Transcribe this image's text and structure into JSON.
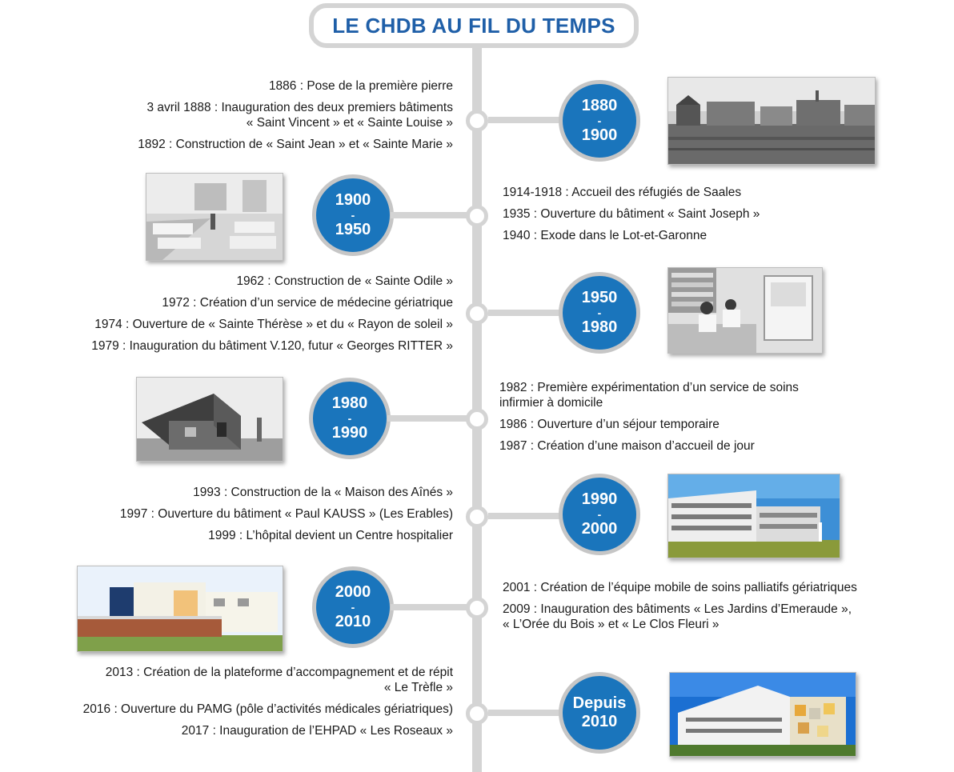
{
  "title": "LE CHDB AU FIL DU TEMPS",
  "periods": [
    {
      "id": "p1",
      "start": "1880",
      "sep": "-",
      "end": "1900",
      "events": [
        {
          "lines": [
            "1886 : Pose de la première pierre"
          ]
        },
        {
          "lines": [
            "3 avril 1888 : Inauguration des deux premiers  bâtiments",
            "« Saint Vincent  » et « Sainte Louise  »"
          ]
        },
        {
          "lines": [
            "1892 : Construction de « Saint Jean » et « Sainte Marie »"
          ]
        }
      ]
    },
    {
      "id": "p2",
      "start": "1900",
      "sep": "-",
      "end": "1950",
      "events": [
        {
          "lines": [
            "1914-1918 : Accueil des réfugiés de Saales"
          ]
        },
        {
          "lines": [
            "1935 : Ouverture du bâtiment « Saint Joseph »"
          ]
        },
        {
          "lines": [
            "1940 : Exode dans le Lot-et-Garonne"
          ]
        }
      ]
    },
    {
      "id": "p3",
      "start": "1950",
      "sep": "-",
      "end": "1980",
      "events": [
        {
          "lines": [
            "1962 : Construction de « Sainte Odile »"
          ]
        },
        {
          "lines": [
            "1972 : Création d’un service de médecine gériatrique"
          ]
        },
        {
          "lines": [
            "1974 : Ouverture de « Sainte Thérèse » et du « Rayon de soleil »"
          ]
        },
        {
          "lines": [
            "1979 : Inauguration du bâtiment V.120, futur « Georges RITTER »"
          ]
        }
      ]
    },
    {
      "id": "p4",
      "start": "1980",
      "sep": "-",
      "end": "1990",
      "events": [
        {
          "lines": [
            "1982 : Première expérimentation d’un service de soins",
            "infirmier à domicile"
          ]
        },
        {
          "lines": [
            "1986 : Ouverture d’un séjour temporaire"
          ]
        },
        {
          "lines": [
            "1987 : Création d’une maison d’accueil de jour"
          ]
        }
      ]
    },
    {
      "id": "p5",
      "start": "1990",
      "sep": "-",
      "end": "2000",
      "events": [
        {
          "lines": [
            "1993 : Construction de la « Maison des Aînés »"
          ]
        },
        {
          "lines": [
            "1997 : Ouverture du bâtiment « Paul KAUSS » (Les Erables)"
          ]
        },
        {
          "lines": [
            "1999 : L’hôpital devient un Centre hospitalier"
          ]
        }
      ]
    },
    {
      "id": "p6",
      "start": "2000",
      "sep": "-",
      "end": "2010",
      "events": [
        {
          "lines": [
            "2001 : Création de l’équipe mobile de soins palliatifs gériatriques"
          ]
        },
        {
          "lines": [
            "2009 : Inauguration des bâtiments « Les Jardins d’Emeraude »,",
            "« L’Orée du Bois » et « Le Clos Fleuri »"
          ]
        }
      ]
    },
    {
      "id": "p7",
      "start": "Depuis",
      "sep": "",
      "end": "2010",
      "events": [
        {
          "lines": [
            "2013 : Création de la plateforme d’accompagnement et de répit",
            "« Le Trèfle »"
          ]
        },
        {
          "lines": [
            "2016 : Ouverture du PAMG (pôle d’activités médicales gériatriques)"
          ]
        },
        {
          "lines": [
            "2017 : Inauguration de l’EHPAD « Les Roseaux »"
          ]
        }
      ]
    }
  ]
}
